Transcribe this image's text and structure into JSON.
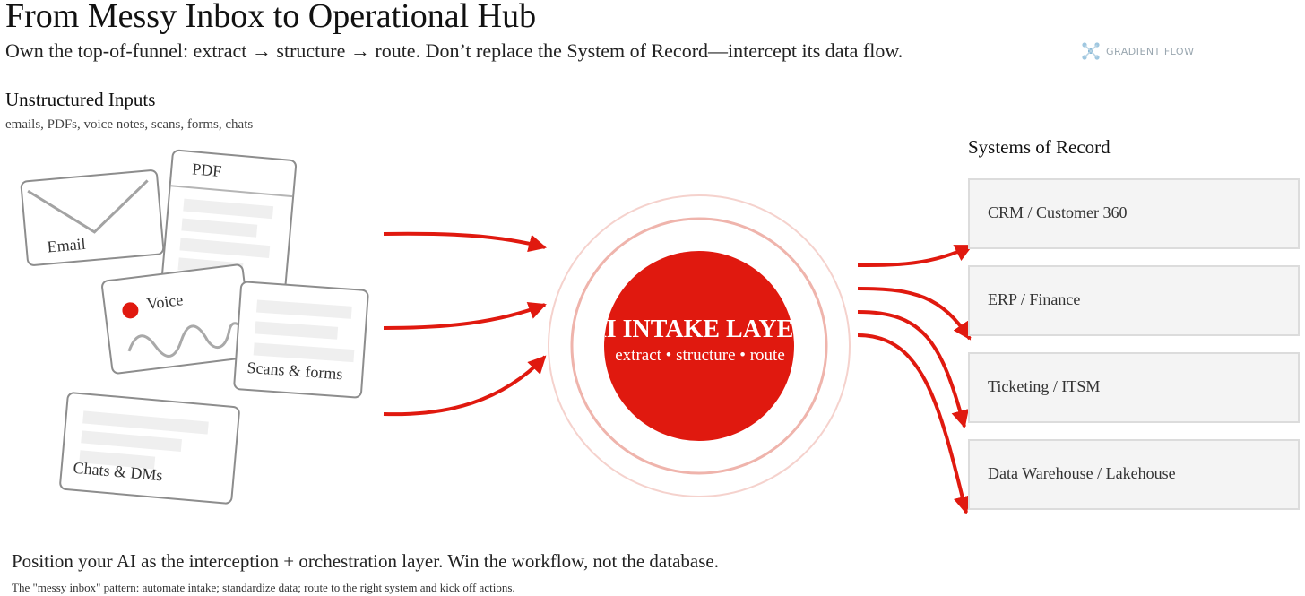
{
  "header": {
    "title": "From Messy Inbox to Operational Hub",
    "subtitle": "Own the top-of-funnel: extract → structure → route. Don’t replace the System of Record—intercept its data flow.",
    "brand": "GRADIENT FLOW"
  },
  "inputs": {
    "heading": "Unstructured Inputs",
    "subheading": "emails, PDFs, voice notes, scans, forms, chats",
    "cards": {
      "email": "Email",
      "pdf": "PDF",
      "voice": "Voice",
      "scans": "Scans & forms",
      "chats": "Chats & DMs"
    }
  },
  "hub": {
    "title": "AI INTAKE LAYER",
    "subtitle": "extract • structure • route"
  },
  "systems": {
    "heading": "Systems of Record",
    "items": [
      "CRM / Customer 360",
      "ERP / Finance",
      "Ticketing / ITSM",
      "Data Warehouse / Lakehouse"
    ]
  },
  "footer": {
    "main": "Position your AI as the interception + orchestration layer. Win the workflow, not the database.",
    "sub": "The \"messy inbox\" pattern: automate intake; standardize data; route to the right system and kick off actions."
  },
  "colors": {
    "accent": "#e0190f",
    "ring": "#efb4ac",
    "card_border": "#8d8d8d",
    "box_fill": "#f4f4f4"
  }
}
